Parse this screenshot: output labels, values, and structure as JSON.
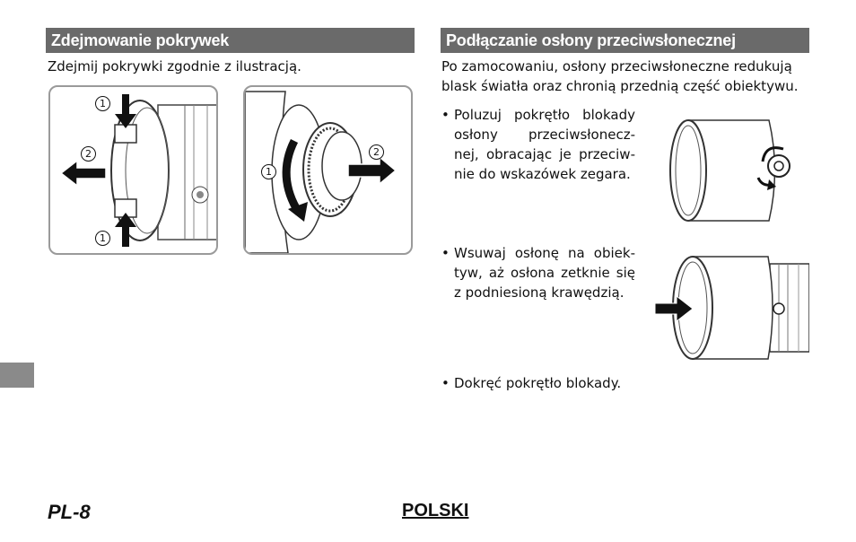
{
  "left": {
    "heading": "Zdejmowanie pokrywek",
    "intro": "Zdejmij pokrywki zgodnie z ilustracją.",
    "figure_a": {
      "callouts": [
        "1",
        "2",
        "1"
      ]
    },
    "figure_b": {
      "callouts": [
        "1",
        "2"
      ]
    }
  },
  "right": {
    "heading": "Podłączanie osłony przeciwsłonecznej",
    "intro_line1": "Po zamocowaniu, osłony przeciwsłoneczne redukują",
    "intro_line2": "blask światła oraz chronią przednią część obiektywu.",
    "bullet_symbol": "•",
    "step1": [
      "Poluzuj pokrętło blokady",
      "osłony przeciwsłonecz-",
      "nej, obracając je przeciw-",
      "nie do wskazówek zegara."
    ],
    "step2": [
      "Wsuwaj osłonę na obiek-",
      "tyw, aż osłona zetknie się",
      "z podniesioną krawędzią."
    ],
    "step3": "Dokręć pokrętło blokady."
  },
  "footer": {
    "page": "PL-8",
    "language": "POLSKI"
  },
  "colors": {
    "heading_bg": "#6a6a6a",
    "side_tab": "#8a8a8a",
    "panel_border": "#9a9a9a"
  }
}
